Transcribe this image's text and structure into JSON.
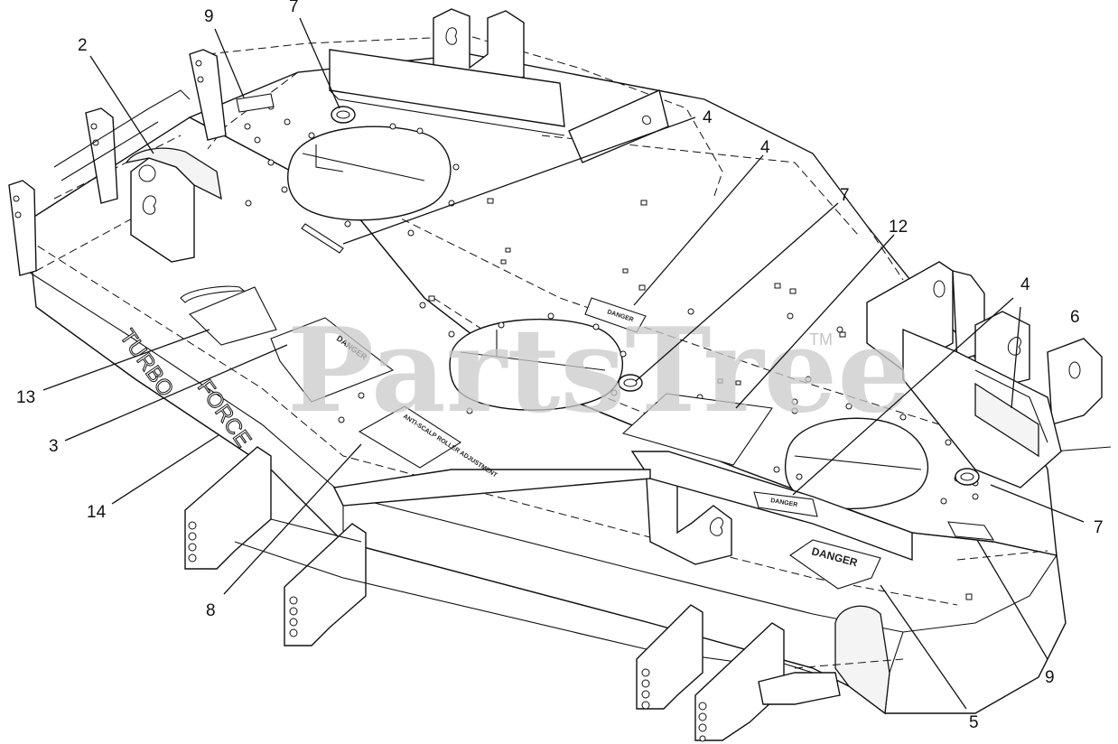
{
  "watermark": {
    "brand": "PartsTree",
    "trademark": "TM"
  },
  "decals": {
    "danger_label": "DANGER",
    "anti_scalp_label": "ANTI-SCALP ROLLER ADJUSTMENT",
    "brand_word_1": "TURBO",
    "brand_word_2": "FORCE"
  },
  "callouts": [
    {
      "id": "c9a",
      "label": "9"
    },
    {
      "id": "c7a",
      "label": "7"
    },
    {
      "id": "c2",
      "label": "2"
    },
    {
      "id": "c4a",
      "label": "4"
    },
    {
      "id": "c4b",
      "label": "4"
    },
    {
      "id": "c7b",
      "label": "7"
    },
    {
      "id": "c12",
      "label": "12"
    },
    {
      "id": "c4c",
      "label": "4"
    },
    {
      "id": "c6",
      "label": "6"
    },
    {
      "id": "c13",
      "label": "13"
    },
    {
      "id": "c3",
      "label": "3"
    },
    {
      "id": "c14",
      "label": "14"
    },
    {
      "id": "c7c",
      "label": "7"
    },
    {
      "id": "c8",
      "label": "8"
    },
    {
      "id": "c9b",
      "label": "9"
    },
    {
      "id": "c5",
      "label": "5"
    }
  ]
}
